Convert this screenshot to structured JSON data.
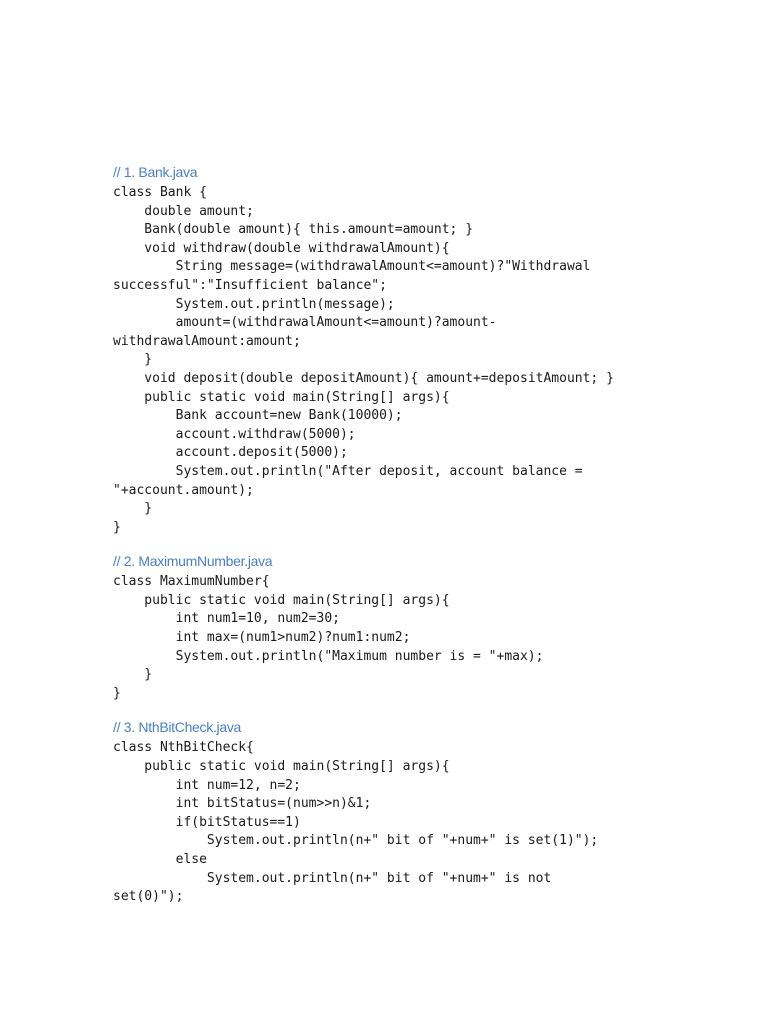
{
  "sections": [
    {
      "heading": "// 1. Bank.java",
      "lines": [
        "class Bank {",
        "    double amount;",
        "    Bank(double amount){ this.amount=amount; }",
        "    void withdraw(double withdrawalAmount){",
        "        String message=(withdrawalAmount<=amount)?\"Withdrawal",
        "successful\":\"Insufficient balance\";",
        "        System.out.println(message);",
        "        amount=(withdrawalAmount<=amount)?amount-",
        "withdrawalAmount:amount;",
        "    }",
        "    void deposit(double depositAmount){ amount+=depositAmount; }",
        "    public static void main(String[] args){",
        "        Bank account=new Bank(10000);",
        "        account.withdraw(5000);",
        "        account.deposit(5000);",
        "        System.out.println(\"After deposit, account balance =",
        "\"+account.amount);",
        "    }",
        "}"
      ]
    },
    {
      "heading": "// 2. MaximumNumber.java",
      "lines": [
        "class MaximumNumber{",
        "    public static void main(String[] args){",
        "        int num1=10, num2=30;",
        "        int max=(num1>num2)?num1:num2;",
        "        System.out.println(\"Maximum number is = \"+max);",
        "    }",
        "}"
      ]
    },
    {
      "heading": "// 3. NthBitCheck.java",
      "lines": [
        "class NthBitCheck{",
        "    public static void main(String[] args){",
        "        int num=12, n=2;",
        "        int bitStatus=(num>>n)&1;",
        "        if(bitStatus==1)",
        "            System.out.println(n+\" bit of \"+num+\" is set(1)\");",
        "        else",
        "            System.out.println(n+\" bit of \"+num+\" is not",
        "set(0)\");"
      ]
    }
  ]
}
